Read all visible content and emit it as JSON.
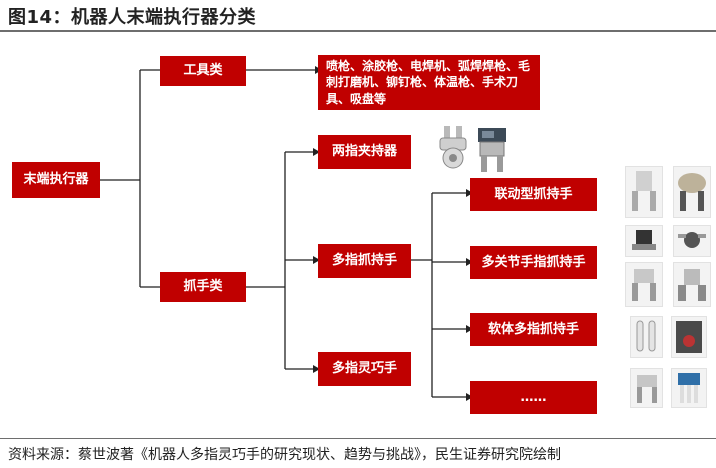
{
  "title": "图14：机器人末端执行器分类",
  "source": "资料来源：蔡世波著《机器人多指灵巧手的研究现状、趋势与挑战》，民生证券研究院绘制",
  "nodes": {
    "root": "末端执行器",
    "tools": "工具类",
    "tools_detail": "喷枪、涂胶枪、电焊机、弧焊焊枪、毛刺打磨机、铆钉枪、体温枪、手术刀具、吸盘等",
    "grippers": "抓手类",
    "two_finger": "两指夹持器",
    "multi_finger": "多指抓持手",
    "dexterous": "多指灵巧手",
    "linkage": "联动型抓持手",
    "multi_joint": "多关节手指抓持手",
    "soft": "软体多指抓持手",
    "more": "……"
  },
  "colors": {
    "node": "#c00000",
    "line": "#222222"
  }
}
